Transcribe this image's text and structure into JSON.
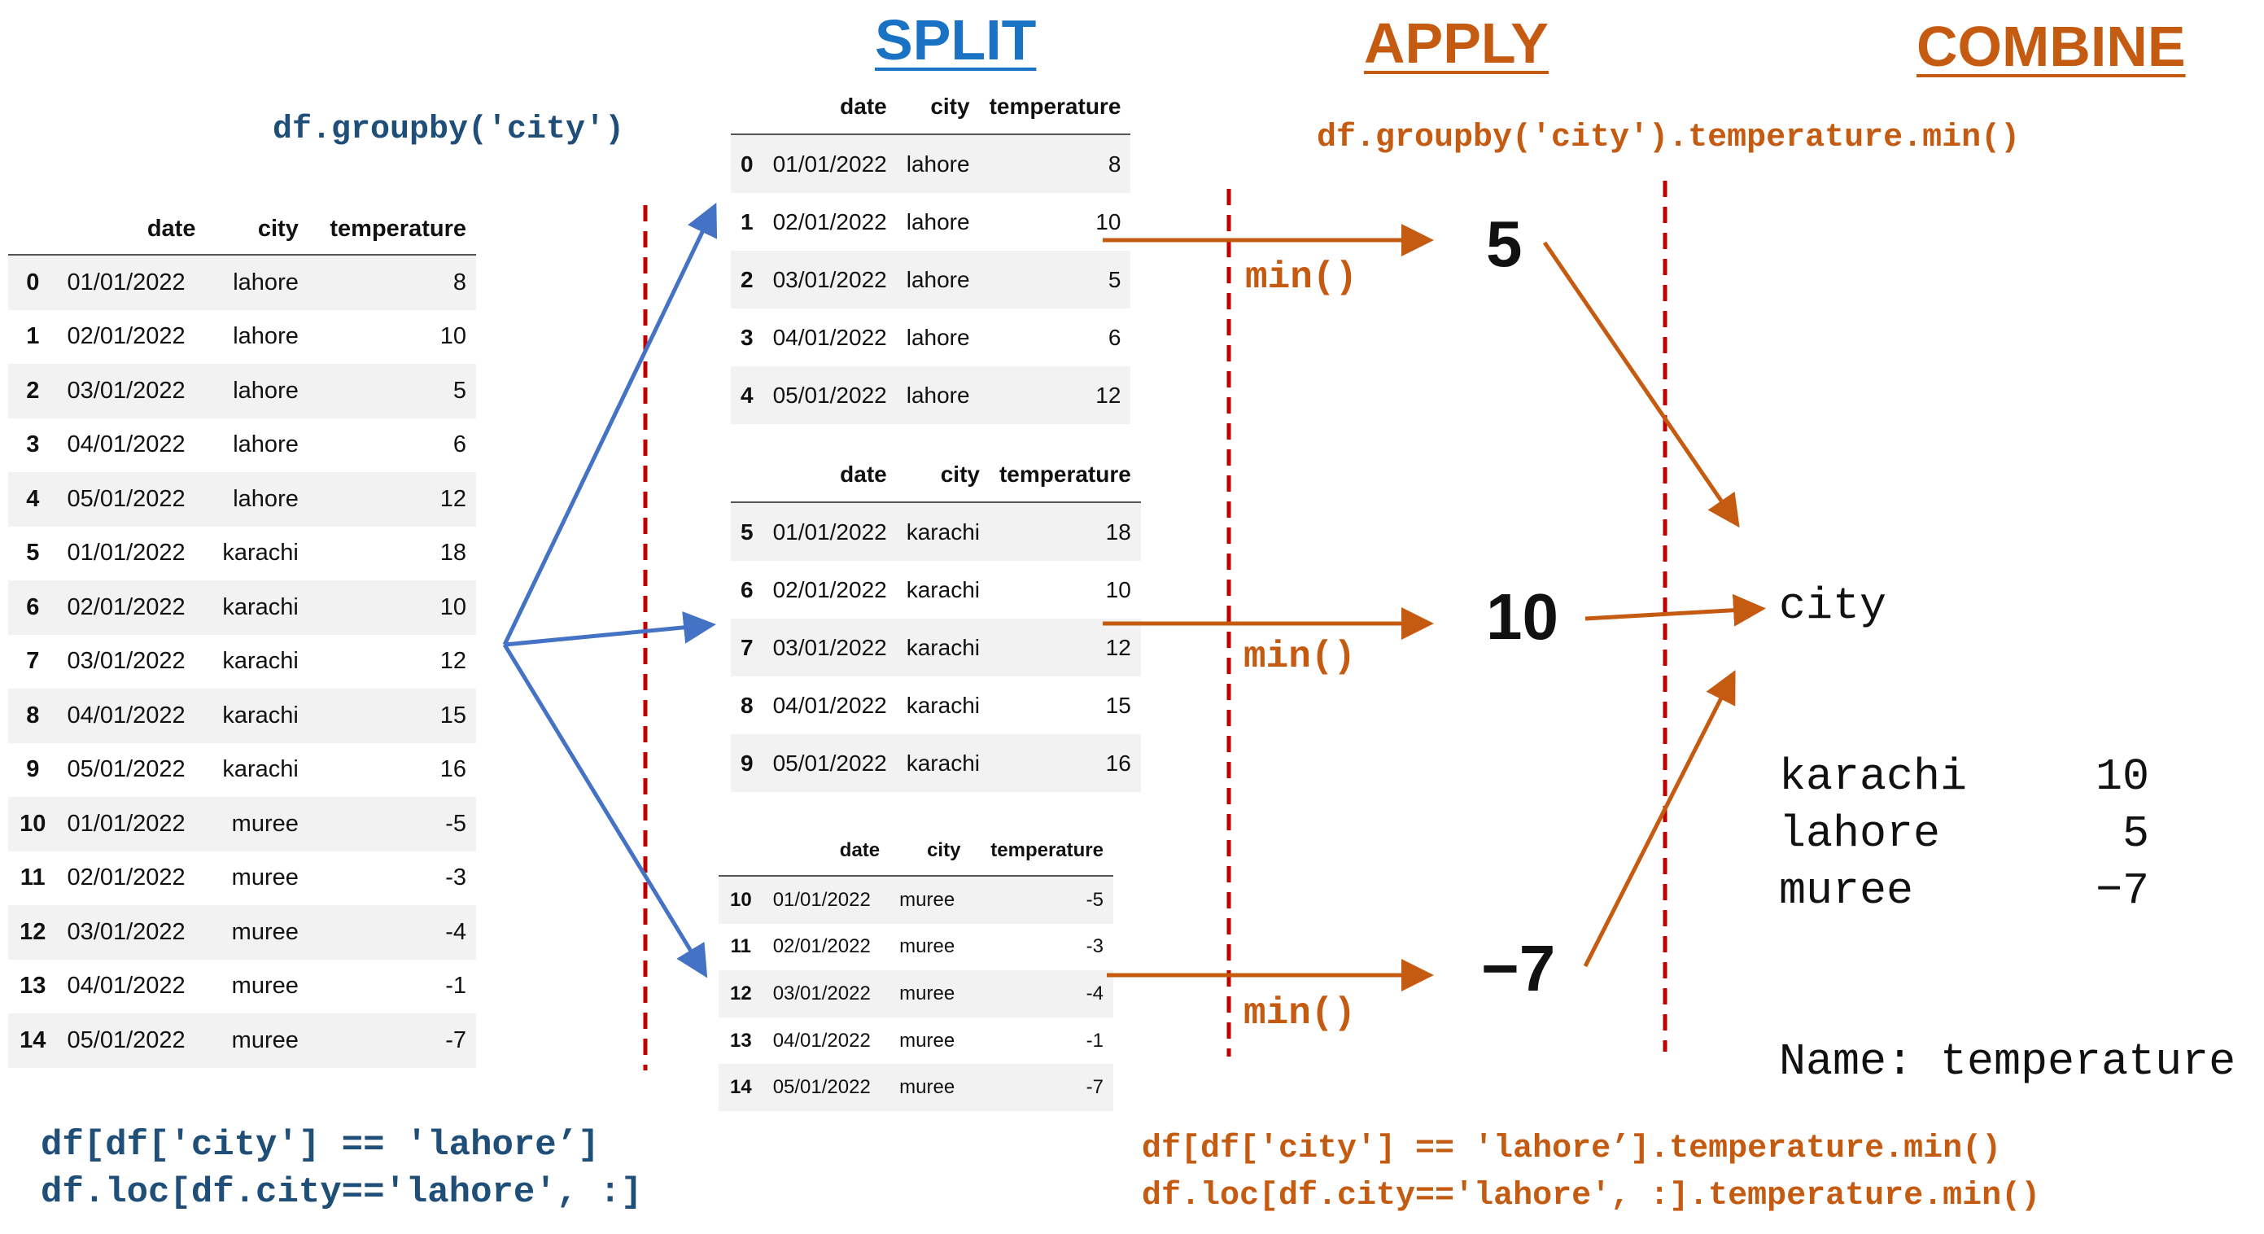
{
  "headings": {
    "split": "SPLIT",
    "apply": "APPLY",
    "combine": "COMBINE"
  },
  "code": {
    "groupby": "df.groupby('city')",
    "apply_expr": "df.groupby('city').temperature.min()",
    "filter_line1": "df[df['city'] == 'lahore’]",
    "filter_line2": "df.loc[df.city=='lahore', :]",
    "apply_line1": "df[df['city'] == 'lahore’].temperature.min()",
    "apply_line2": "df.loc[df.city=='lahore', :].temperature.min()"
  },
  "columns": [
    "date",
    "city",
    "temperature"
  ],
  "full_table": [
    {
      "idx": "0",
      "date": "01/01/2022",
      "city": "lahore",
      "temperature": "8"
    },
    {
      "idx": "1",
      "date": "02/01/2022",
      "city": "lahore",
      "temperature": "10"
    },
    {
      "idx": "2",
      "date": "03/01/2022",
      "city": "lahore",
      "temperature": "5"
    },
    {
      "idx": "3",
      "date": "04/01/2022",
      "city": "lahore",
      "temperature": "6"
    },
    {
      "idx": "4",
      "date": "05/01/2022",
      "city": "lahore",
      "temperature": "12"
    },
    {
      "idx": "5",
      "date": "01/01/2022",
      "city": "karachi",
      "temperature": "18"
    },
    {
      "idx": "6",
      "date": "02/01/2022",
      "city": "karachi",
      "temperature": "10"
    },
    {
      "idx": "7",
      "date": "03/01/2022",
      "city": "karachi",
      "temperature": "12"
    },
    {
      "idx": "8",
      "date": "04/01/2022",
      "city": "karachi",
      "temperature": "15"
    },
    {
      "idx": "9",
      "date": "05/01/2022",
      "city": "karachi",
      "temperature": "16"
    },
    {
      "idx": "10",
      "date": "01/01/2022",
      "city": "muree",
      "temperature": "-5"
    },
    {
      "idx": "11",
      "date": "02/01/2022",
      "city": "muree",
      "temperature": "-3"
    },
    {
      "idx": "12",
      "date": "03/01/2022",
      "city": "muree",
      "temperature": "-4"
    },
    {
      "idx": "13",
      "date": "04/01/2022",
      "city": "muree",
      "temperature": "-1"
    },
    {
      "idx": "14",
      "date": "05/01/2022",
      "city": "muree",
      "temperature": "-7"
    }
  ],
  "groups": [
    {
      "name": "lahore",
      "rows": [
        {
          "idx": "0",
          "date": "01/01/2022",
          "city": "lahore",
          "temperature": "8"
        },
        {
          "idx": "1",
          "date": "02/01/2022",
          "city": "lahore",
          "temperature": "10"
        },
        {
          "idx": "2",
          "date": "03/01/2022",
          "city": "lahore",
          "temperature": "5"
        },
        {
          "idx": "3",
          "date": "04/01/2022",
          "city": "lahore",
          "temperature": "6"
        },
        {
          "idx": "4",
          "date": "05/01/2022",
          "city": "lahore",
          "temperature": "12"
        }
      ]
    },
    {
      "name": "karachi",
      "rows": [
        {
          "idx": "5",
          "date": "01/01/2022",
          "city": "karachi",
          "temperature": "18"
        },
        {
          "idx": "6",
          "date": "02/01/2022",
          "city": "karachi",
          "temperature": "10"
        },
        {
          "idx": "7",
          "date": "03/01/2022",
          "city": "karachi",
          "temperature": "12"
        },
        {
          "idx": "8",
          "date": "04/01/2022",
          "city": "karachi",
          "temperature": "15"
        },
        {
          "idx": "9",
          "date": "05/01/2022",
          "city": "karachi",
          "temperature": "16"
        }
      ]
    },
    {
      "name": "muree",
      "rows": [
        {
          "idx": "10",
          "date": "01/01/2022",
          "city": "muree",
          "temperature": "-5"
        },
        {
          "idx": "11",
          "date": "02/01/2022",
          "city": "muree",
          "temperature": "-3"
        },
        {
          "idx": "12",
          "date": "03/01/2022",
          "city": "muree",
          "temperature": "-4"
        },
        {
          "idx": "13",
          "date": "04/01/2022",
          "city": "muree",
          "temperature": "-1"
        },
        {
          "idx": "14",
          "date": "05/01/2022",
          "city": "muree",
          "temperature": "-7"
        }
      ]
    }
  ],
  "apply": {
    "func_label": "min()",
    "results": [
      "5",
      "10",
      "−7"
    ]
  },
  "combine": {
    "header": "city",
    "rows": [
      {
        "city": "karachi",
        "value": "10"
      },
      {
        "city": "lahore",
        "value": "5"
      },
      {
        "city": "muree",
        "value": "−7"
      }
    ],
    "footer": "Name: temperature"
  },
  "colors": {
    "split": "#1a72c4",
    "apply": "#c55a11",
    "code_blue": "#1f4e79",
    "divider": "#c00000",
    "split_arrow": "#4472c4",
    "apply_arrow": "#c55a11"
  }
}
